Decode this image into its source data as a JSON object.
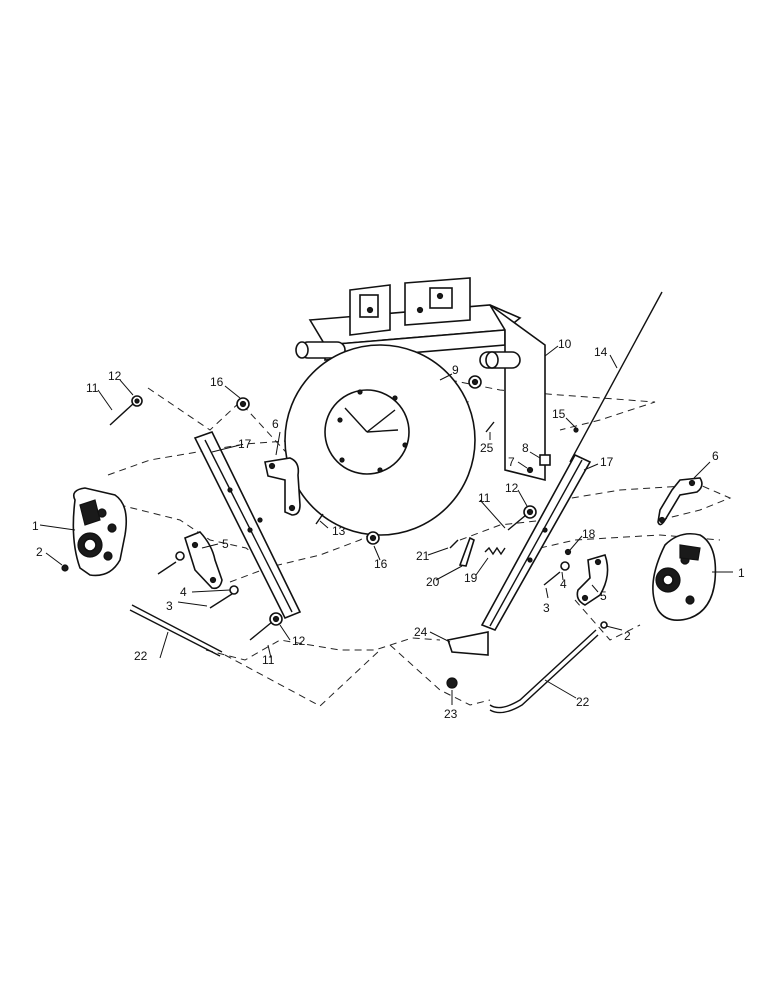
{
  "callouts": {
    "c1a": "1",
    "c1b": "1",
    "c2a": "2",
    "c2b": "2",
    "c3a": "3",
    "c3b": "3",
    "c4a": "4",
    "c4b": "4",
    "c5a": "5",
    "c5b": "5",
    "c6a": "6",
    "c6b": "6",
    "c7": "7",
    "c8": "8",
    "c9": "9",
    "c10": "10",
    "c11a": "11",
    "c11b": "11",
    "c11c": "11",
    "c12a": "12",
    "c12b": "12",
    "c12c": "12",
    "c13": "13",
    "c14": "14",
    "c15": "15",
    "c16a": "16",
    "c16b": "16",
    "c17a": "17",
    "c17b": "17",
    "c18": "18",
    "c19": "19",
    "c20": "20",
    "c21": "21",
    "c22a": "22",
    "c22b": "22",
    "c23": "23",
    "c24": "24",
    "c25": "25"
  }
}
